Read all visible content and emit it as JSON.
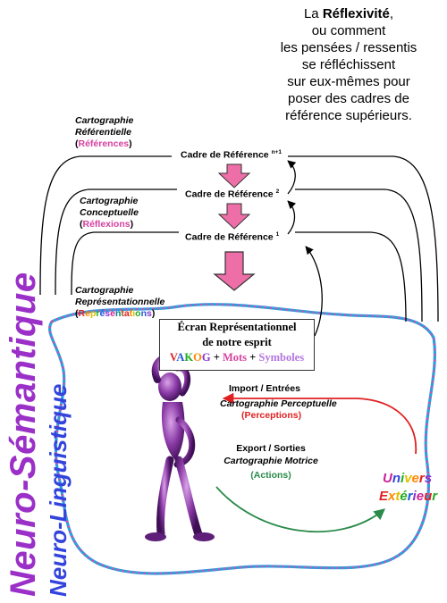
{
  "title": {
    "line1_pre": "La ",
    "line1_bold": "Réflexivité",
    "line1_post": ",",
    "line2": "ou comment",
    "line3": "les pensées / ressentis",
    "line4": "se réfléchissent",
    "line5": "sur eux-mêmes pour",
    "line6": "poser des cadres de",
    "line7": "référence supérieurs."
  },
  "maps": {
    "referential": {
      "line1": "Cartographie",
      "line2": "Référentielle",
      "paren_open": "(",
      "word": "Références",
      "paren_close": ")"
    },
    "conceptual": {
      "line1": "Cartographie",
      "line2": "Conceptuelle",
      "paren_open": "(",
      "word": "Réflexions",
      "paren_close": ")"
    },
    "representational": {
      "line1": "Cartographie",
      "line2": "Représentationnelle",
      "paren_open": "(",
      "word_letters": [
        "R",
        "e",
        "p",
        "r",
        "é",
        "s",
        "e",
        "n",
        "t",
        "a",
        "t",
        "i",
        "o",
        "n",
        "s"
      ],
      "paren_close": ")"
    }
  },
  "frames": [
    {
      "label": "Cadre de Référence",
      "sup": "n+1"
    },
    {
      "label": "Cadre de Référence",
      "sup": "2"
    },
    {
      "label": "Cadre de Référence",
      "sup": "1"
    }
  ],
  "screen": {
    "line1": "Écran Représentationnel",
    "line2": "de notre esprit",
    "vakog": [
      "V",
      "A",
      "K",
      "O",
      "G"
    ],
    "plus1": " + ",
    "mots": "Mots",
    "plus2": " + ",
    "symboles": "Symboles"
  },
  "import": {
    "line1": "Import / Entrées",
    "line2": "Cartographie Perceptuelle",
    "line3": "(Perceptions)"
  },
  "export": {
    "line1": "Export / Sorties",
    "line2": "Cartographie Motrice",
    "line3": "(Actions)"
  },
  "universe": {
    "word1_letters": [
      "U",
      "n",
      "i",
      "v",
      "e",
      "r",
      "s"
    ],
    "word2_letters": [
      "E",
      "x",
      "t",
      "é",
      "r",
      "i",
      "e",
      "u",
      "r"
    ]
  },
  "vertical": {
    "semantic": "Neuro-Sémantique",
    "linguistic": "Neuro-Linguistique"
  },
  "colors": {
    "pink": "#d6409f",
    "pink_arrow": "#ee6ea8",
    "purple": "#9b30c8",
    "blue": "#3344dd",
    "red": "#e02020",
    "green": "#2a8a4a",
    "wave_blue": "#2b9fe0",
    "wave_pink": "#e04aa0",
    "rainbow": [
      "#e02020",
      "#ff8800",
      "#e0c000",
      "#22aa22",
      "#2255dd",
      "#8833cc",
      "#dd2299",
      "#008080",
      "#aa5500"
    ]
  },
  "icons": [
    "down-arrow-icon",
    "thinking-person-icon"
  ]
}
